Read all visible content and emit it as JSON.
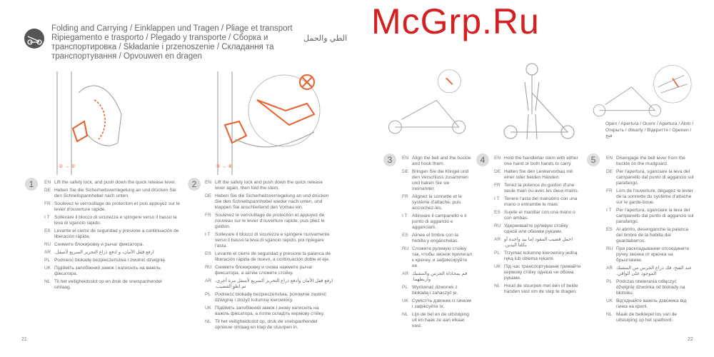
{
  "header": {
    "title": "Folding and Carrying  / Einklappen und Tragen / Pliage et transport Ripiegamento e trasporto / Plegado y transporte /  Сборка и транспортировка / Składanie i przenoszenie / Складання та транспортування  / Opvouwen en dragen",
    "title_ar": "الطي والحمل",
    "icon": "scooter-icon"
  },
  "accent": "#e8602c",
  "diagram_labels": {
    "step1": "① → ②",
    "step2": "③ → ④"
  },
  "open_label": "Open / Apertura / Ouvrir / Apertura / Abrir / Открыть / otwarty / Відкриття / Openen / فتح",
  "steps": [
    {
      "num": "1",
      "rows": [
        {
          "lang": "EN",
          "text": "Lift the safety lock, and push down the quick release lever."
        },
        {
          "lang": "DE",
          "text": "Heben Sie die Sicherheitsverriegelung an und drücken Sie den Schnellspannhebel nach unten."
        },
        {
          "lang": "FR",
          "text": "Soulevez le verrouillage de protection et puis appuyez sur le levier d'ouverture rapide."
        },
        {
          "lang": "I T",
          "text": "Sollevare il blocco di sicurezza e spingere verso il basso la leva di sgancio rapido."
        },
        {
          "lang": "ES",
          "text": "Levante el cierre de seguridad y presione a continuación de liberación rápida."
        },
        {
          "lang": "RU",
          "text": "Снимите блокировку и рычаг фиксатора."
        },
        {
          "lang": "AR",
          "text": "ارفع قفل الأمان، و ادفع ذراع التحرير السريع لأسفل."
        },
        {
          "lang": "PL",
          "text": "Podnieść blokadę bezpieczeństwa i zwolnić dźwignię."
        },
        {
          "lang": "UK",
          "text": "Підійміть запобіжний замок і натисніть на важіль фіксатора."
        },
        {
          "lang": "NL",
          "text": "Til het veiligheidsslot op en druk de snelspanhendel omlaag."
        }
      ]
    },
    {
      "num": "2",
      "rows": [
        {
          "lang": "EN",
          "text": "Lift the safety lock and push down the quick release lever again, then fold the stem."
        },
        {
          "lang": "DE",
          "text": "Heben Sie die Sicherheitsverriegelung an und drücken Sie den Schnellspannhebel wieder nach unten, und klappen Sie anschließend den Vorbau ein."
        },
        {
          "lang": "FR",
          "text": "Soulevez le verrouillage de protection et appuyez de nouveau sur le levier d'ouverture rapide, puis pliez le guidon."
        },
        {
          "lang": "I T",
          "text": "Sollevare il blocco di sicurezza e spingere nuovamente verso il basso la leva di sgancio rapido, poi ripiegare l'asta."
        },
        {
          "lang": "ES",
          "text": "Levante el cierre de seguridad y presione la palanca de liberación rápida de nuevo, a continuación doble el eje."
        },
        {
          "lang": "RU",
          "text": "Снимите блокировку и снова нажмите рычаг фиксатора, а затем сложите стойку."
        },
        {
          "lang": "AR",
          "text": "ارفع قفل الأمان وادفع ذراع التحرير السريع لأسفل مرة أخرى، ثم اطوِ القضيب."
        },
        {
          "lang": "PL",
          "text": "Podnieść blokadę bezpieczeństwa, ponownie zwolnić dźwignię i złożyć kolumnę kierownicy."
        },
        {
          "lang": "UK",
          "text": "Підійміть запобіжний замок і знову натисніть на важіль фіксатора, а потім складіть кермову стійку."
        },
        {
          "lang": "NL",
          "text": "Til het veiligheidsslot op, druk de snelspanhendel opnieuw omlaag en klap de stuurpen in."
        }
      ]
    },
    {
      "num": "3",
      "rows": [
        {
          "lang": "EN",
          "text": "Align the bell and the buckle and hook them."
        },
        {
          "lang": "DE",
          "text": "Bringen Sie die Klingel und den Verschluss zusammen und haken Sie sie ineinander."
        },
        {
          "lang": "FR",
          "text": "Alignez la sonnette et le système d'attache, puis accrochez-les."
        },
        {
          "lang": "I T",
          "text": "Allineare il campanello e il punto di aggancio e agganciarli."
        },
        {
          "lang": "ES",
          "text": "Alinee el timbre con la hebilla y engánchelas."
        },
        {
          "lang": "RU",
          "text": "Сложите рулевую стойку так, чтобы звонок прилегал к крючку, и зафиксируйте ее."
        },
        {
          "lang": "AR",
          "text": "قم بمحاذاة الجرس والمشبك واربطهما."
        },
        {
          "lang": "PL",
          "text": "Wyrównać dzwonek z blokadą i zahaczyć je."
        },
        {
          "lang": "UK",
          "text": "Сумістіть дзвоник із гачком і зафіксуйте їх."
        },
        {
          "lang": "NL",
          "text": "Lijn de bel en de uitstulping uit en haak ze aan elkaar vast."
        }
      ]
    },
    {
      "num": "4",
      "rows": [
        {
          "lang": "EN",
          "text": "Hold the handlebar stem with either one hand or both hands to carry."
        },
        {
          "lang": "DE",
          "text": "Halten Sie den Lenkervorbau mit einer oder beiden Händen."
        },
        {
          "lang": "FR",
          "text": "Tenez la potence du guidon d'une seule main ou avec les deux mains."
        },
        {
          "lang": "I T",
          "text": "Tenere l'asta del manubrio con una mano o entrambe le mani."
        },
        {
          "lang": "ES",
          "text": "Sujete el manillar con una mano o con ambas."
        },
        {
          "lang": "RU",
          "text": "Удерживайте рулевую стойку одной или обеими руками."
        },
        {
          "lang": "AR",
          "text": "احمل قضيب المقود إما بيد واحدة أو بكلتا اليدين."
        },
        {
          "lang": "PL",
          "text": "Trzymać kolumnę kierownicy jedną ręką lub obiema rękami."
        },
        {
          "lang": "UK",
          "text": "Під час транспортування тримайте кермову стійку однією чи обома руками."
        },
        {
          "lang": "NL",
          "text": "Houd de stuurpen met één of beide handen vast om de step te dragen."
        }
      ]
    },
    {
      "num": "5",
      "rows": [
        {
          "lang": "EN",
          "text": "Disengage the bell lever from the buckle on the mudguard."
        },
        {
          "lang": "DE",
          "text": "Per l'apertura, sganciare la leva del campanello dal punto di aggancio sul parafango."
        },
        {
          "lang": "FR",
          "text": "Lors de l'ouverture, dégagez le levier de la sonnette du système d'attache sur le garde-boue."
        },
        {
          "lang": "I T",
          "text": "Per l'apertura, sganciare la leva del campanello dal punto di aggancio sul parafango."
        },
        {
          "lang": "ES",
          "text": "Al abrirlo, desenganche la palanca del timbre de la hebilla del guardabarros."
        },
        {
          "lang": "RU",
          "text": "При раскладывании отсоедините ручку звонка от крючка на брызговике."
        },
        {
          "lang": "AR",
          "text": "عند الفتح، فك ذراع الجرس من المشبك الموجود على الواقي."
        },
        {
          "lang": "PL",
          "text": "Podczas otwierania odłączyć dźwignię dzwonka od blokady na błotniku."
        },
        {
          "lang": "UK",
          "text": "Від'єднайте важіль дзвоника від гачка на крилі."
        },
        {
          "lang": "NL",
          "text": "Maak de belklepel los van de uitstulping op het spatbord."
        }
      ]
    }
  ],
  "pages": {
    "left": "21",
    "right": "22"
  },
  "watermark": "McGrp.Ru"
}
